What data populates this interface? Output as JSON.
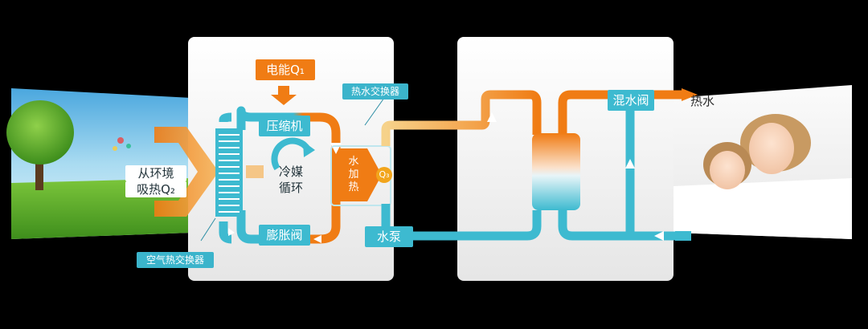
{
  "labels": {
    "electric_power": "电能Q₁",
    "compressor": "压缩机",
    "expansion_valve": "膨胀阀",
    "refrigerant_cycle_line1": "冷媒",
    "refrigerant_cycle_line2": "循环",
    "ambient_heat_line1": "从环境",
    "ambient_heat_line2": "吸热Q₂",
    "air_heat_exchanger": "空气热交换器",
    "hot_water_heat_exchanger": "热水交换器",
    "water_heating": "水加热",
    "q3": "Q₃",
    "water_pump": "水泵",
    "mixing_valve": "混水阀",
    "hot_water": "热水"
  },
  "colors": {
    "hot_pipe": "#f07c14",
    "cold_pipe": "#3dbad0",
    "panel": "#f2f2f2",
    "background": "#000000",
    "q3_badge": "#f2a51c"
  }
}
